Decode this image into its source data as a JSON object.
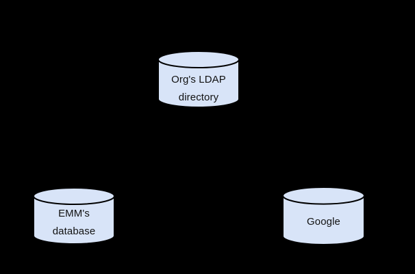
{
  "canvas": {
    "background": "#000000"
  },
  "node_style": {
    "fill": "#d8e4f8",
    "stroke": "#000000",
    "text_color": "#111111"
  },
  "nodes": {
    "ldap": {
      "type": "database-cylinder",
      "line1": "Org's LDAP",
      "line2": "directory"
    },
    "emm": {
      "type": "database-cylinder",
      "line1": "EMM's",
      "line2": "database"
    },
    "google": {
      "type": "database-cylinder",
      "line1": "Google"
    }
  }
}
